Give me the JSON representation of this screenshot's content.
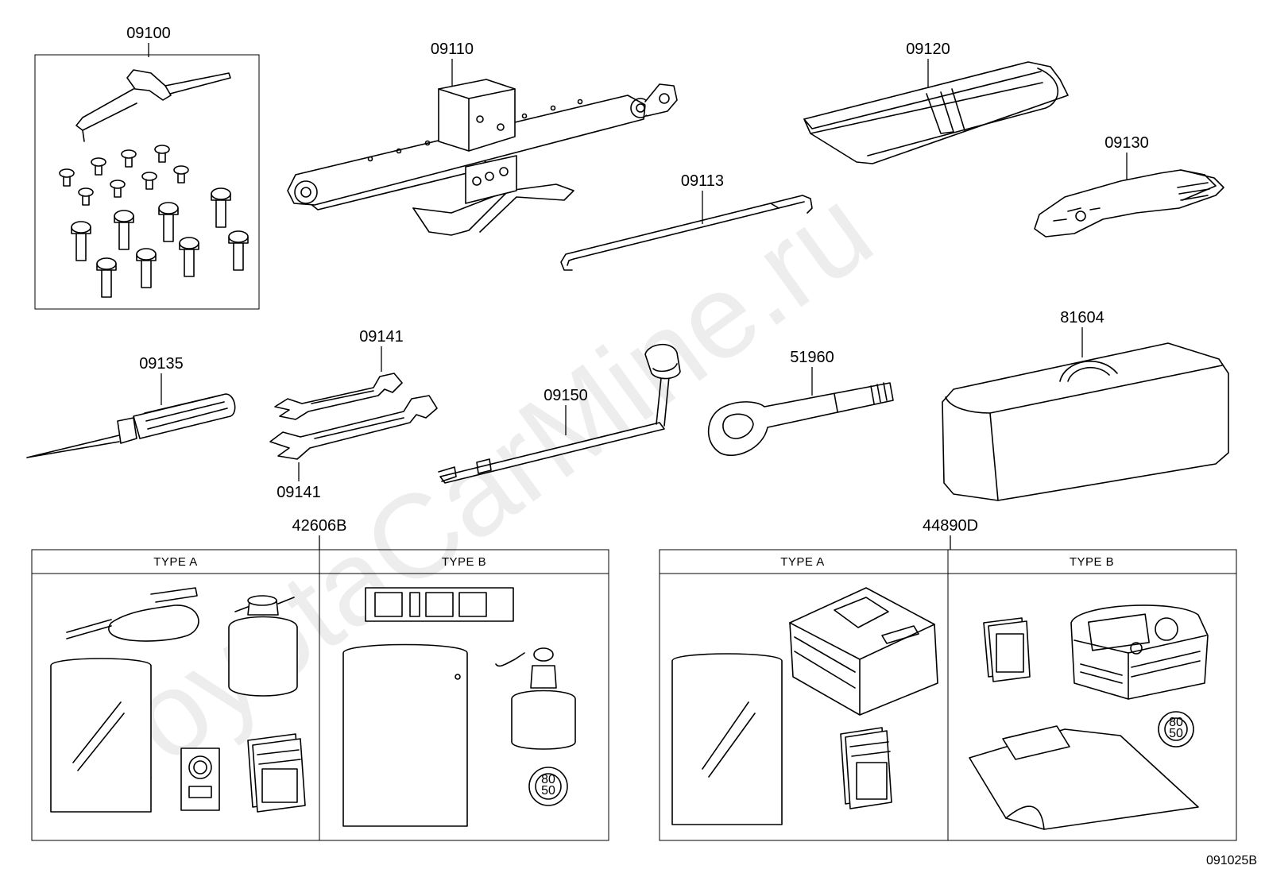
{
  "parts": {
    "p09100": "09100",
    "p09110": "09110",
    "p09120": "09120",
    "p09130": "09130",
    "p09113": "09113",
    "p09135": "09135",
    "p09141a": "09141",
    "p09141b": "09141",
    "p09150": "09150",
    "p51960": "51960",
    "p81604": "81604",
    "p42606B": "42606B",
    "p44890D": "44890D"
  },
  "panels": {
    "left": {
      "type_a": "TYPE A",
      "type_b": "TYPE B"
    },
    "right": {
      "type_a": "TYPE A",
      "type_b": "TYPE B"
    }
  },
  "gauge_labels": {
    "top": "80",
    "bottom": "50"
  },
  "watermark": "ToyotaCarMine.ru",
  "figure_ref": "091025B"
}
